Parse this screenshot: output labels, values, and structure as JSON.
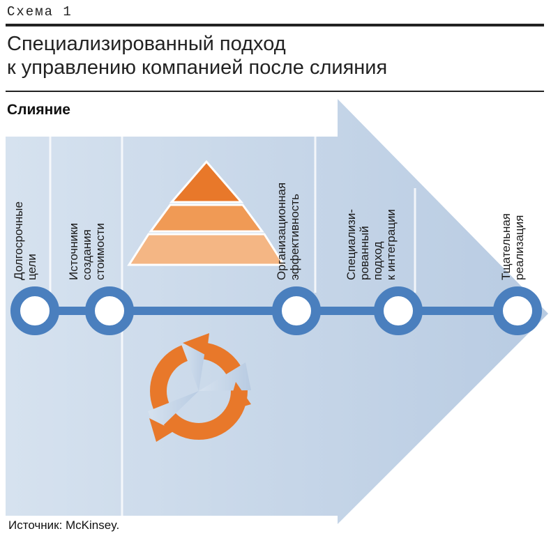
{
  "header": {
    "scheme": "Схема 1",
    "title_line1": "Специализированный подход",
    "title_line2": "к управлению компанией после слияния",
    "section": "Слияние"
  },
  "stages": [
    {
      "label": "Долгосрочные\nцели"
    },
    {
      "label": "Источники\nсоздания\nстоимости"
    },
    {
      "label": "Организационная\nэффективность"
    },
    {
      "label": "Специализи-\nрованный\nподход\nк интеграции"
    },
    {
      "label": "Тщательная\nреализация"
    }
  ],
  "footer": {
    "source": "Источник: McKinsey."
  },
  "colors": {
    "arrow": "#c9d8ea",
    "node": "#4a7fbe",
    "orange": "#e8782a",
    "orange_light": "#f2b07a"
  }
}
